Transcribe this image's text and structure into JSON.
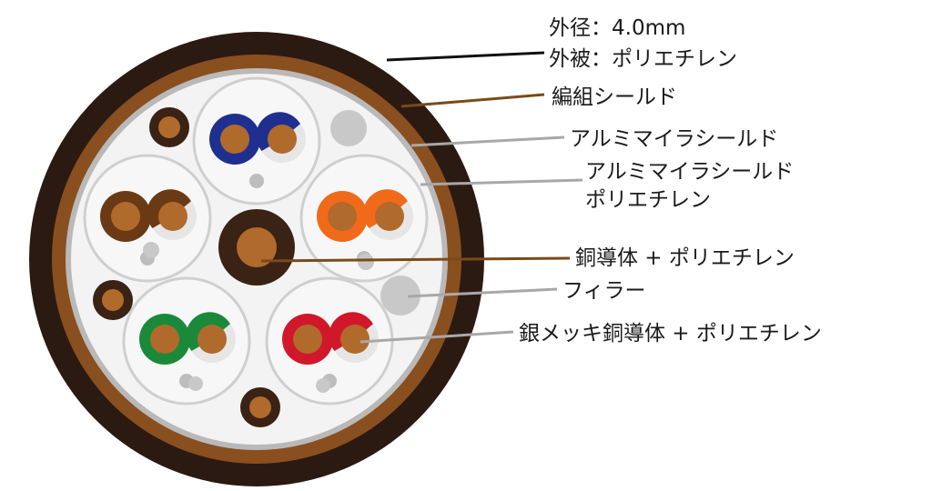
{
  "labels": {
    "outer_diameter": "外径：4.0mm",
    "jacket": "外被：ポリエチレン",
    "braid_shield": "編組シールド",
    "foil_shield_overall": "アルミマイラシールド",
    "foil_shield_pair_1": "アルミマイラシールド",
    "foil_shield_pair_2": "ポリエチレン",
    "center_conductor": "銅導体 + ポリエチレン",
    "filler": "フィラー",
    "signal_conductor": "銀メッキ銅導体 + ポリエチレン"
  },
  "colors": {
    "jacket": "#2b1a12",
    "braid": "#8a4f1f",
    "foil": "#b9b9b9",
    "fill_area": "#f3f3f3",
    "copper": "#b06a2c",
    "filler": "#c8c8c8",
    "pair_blue": "#1f2f8f",
    "pair_orange": "#f06a1a",
    "pair_brown": "#6a3a14",
    "pair_green": "#1a8a3a",
    "pair_red": "#d0182a",
    "line_black": "#111111",
    "line_brown": "#7a4a1a",
    "line_gray": "#a8a8a8"
  },
  "pairs": [
    {
      "name": "blue",
      "color": "pair_blue"
    },
    {
      "name": "orange",
      "color": "pair_orange"
    },
    {
      "name": "red",
      "color": "pair_red"
    },
    {
      "name": "green",
      "color": "pair_green"
    },
    {
      "name": "brown",
      "color": "pair_brown"
    }
  ]
}
